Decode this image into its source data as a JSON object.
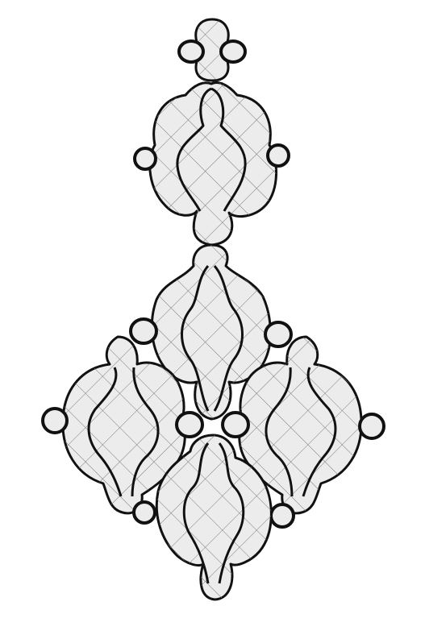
{
  "drawing": {
    "style": "line-art ornamental figure with crosshatch fill",
    "colors": {
      "background": "#ffffff",
      "outline": "#111111",
      "fill": "#ececec",
      "hatch": "#7a7a7a"
    },
    "clusters": [
      "top-knob",
      "upper-pendant",
      "center-lobe",
      "left-lobe",
      "right-lobe",
      "bottom-lobe"
    ]
  }
}
